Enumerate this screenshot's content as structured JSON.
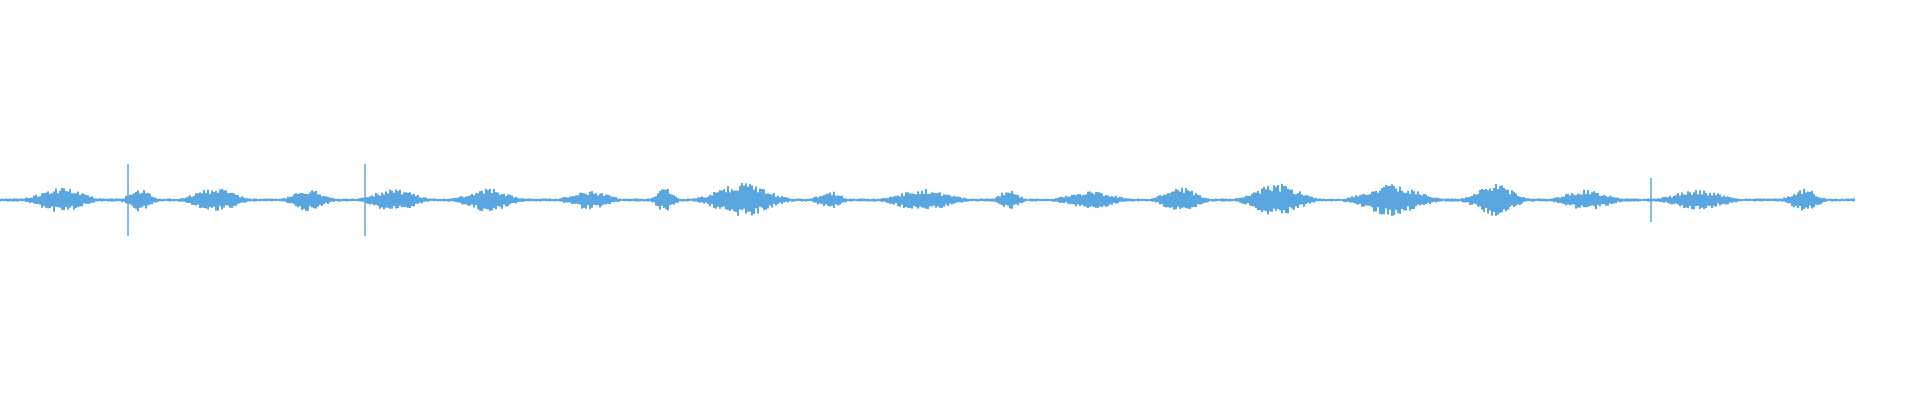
{
  "waveform": {
    "color": "#5aa6e0",
    "spikes_at_fraction": [
      0.069,
      0.197,
      0.89
    ]
  }
}
